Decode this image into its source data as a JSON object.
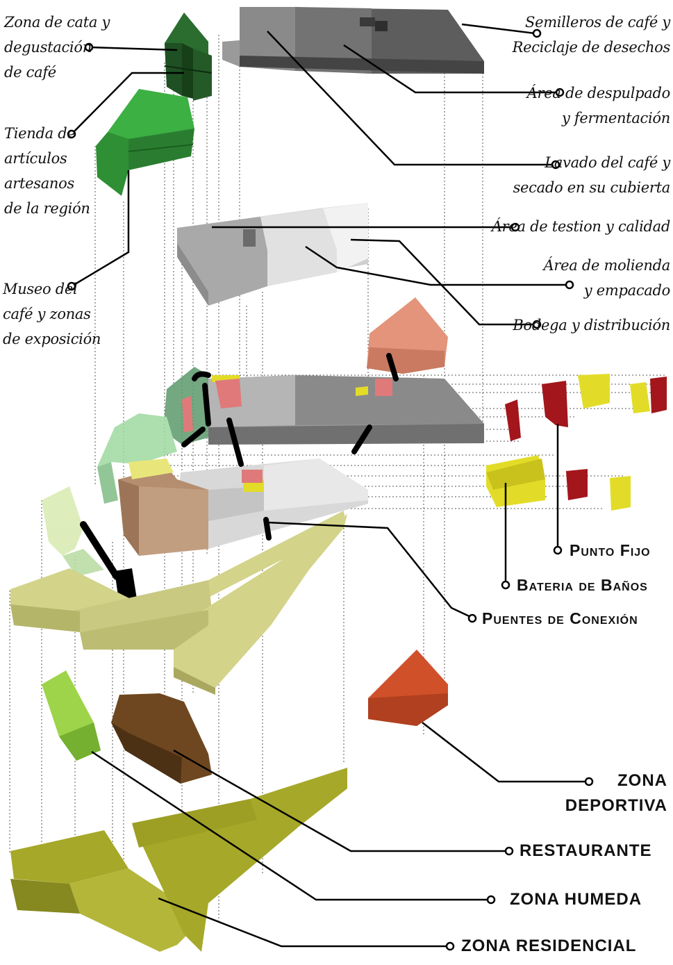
{
  "left_labels": {
    "zona_cata": [
      "Zona de cata y",
      "degustación",
      "de café"
    ],
    "tienda": [
      "Tienda de",
      "artículos",
      "artesanos",
      "de la región"
    ],
    "museo": [
      "Museo del",
      "café y zonas",
      "de exposición"
    ]
  },
  "right_labels": {
    "semilleros": [
      "Semilleros de café y",
      "Reciclaje de desechos"
    ],
    "despulpado": [
      "Área de despulpado",
      "y fermentación"
    ],
    "lavado": [
      "Lavado del café y",
      "secado en su cubierta"
    ],
    "testion": [
      "Área de testion y calidad"
    ],
    "molienda": [
      "Área de molienda",
      "y empacado"
    ],
    "bodega": [
      "Bodega y distribución"
    ]
  },
  "legend_labels": {
    "punto_fijo": "Punto Fijo",
    "banos": "Bateria de Baños",
    "puentes": "Puentes de Conexión"
  },
  "zone_labels": {
    "deportiva": [
      "ZONA",
      "DEPORTIVA"
    ],
    "restaurante": "RESTAURANTE",
    "humeda": "ZONA HUMEDA",
    "residencial": "ZONA RESIDENCIAL"
  },
  "colors": {
    "dark_green": "#2a6d2f",
    "green": "#3cb043",
    "light_green": "#9ed9a0",
    "dark_gray": "#5f5f5f",
    "gray": "#a9a9a9",
    "light_gray": "#e4e4e4",
    "salmon": "#e3947a",
    "orange_red": "#d0502a",
    "olive": "#a6a829",
    "pale_olive": "#d3d38a",
    "brown": "#6e4720",
    "lime": "#9ed44a",
    "tan": "#b58d6f",
    "yellow": "#e2dc28",
    "dark_red": "#a3161c"
  }
}
